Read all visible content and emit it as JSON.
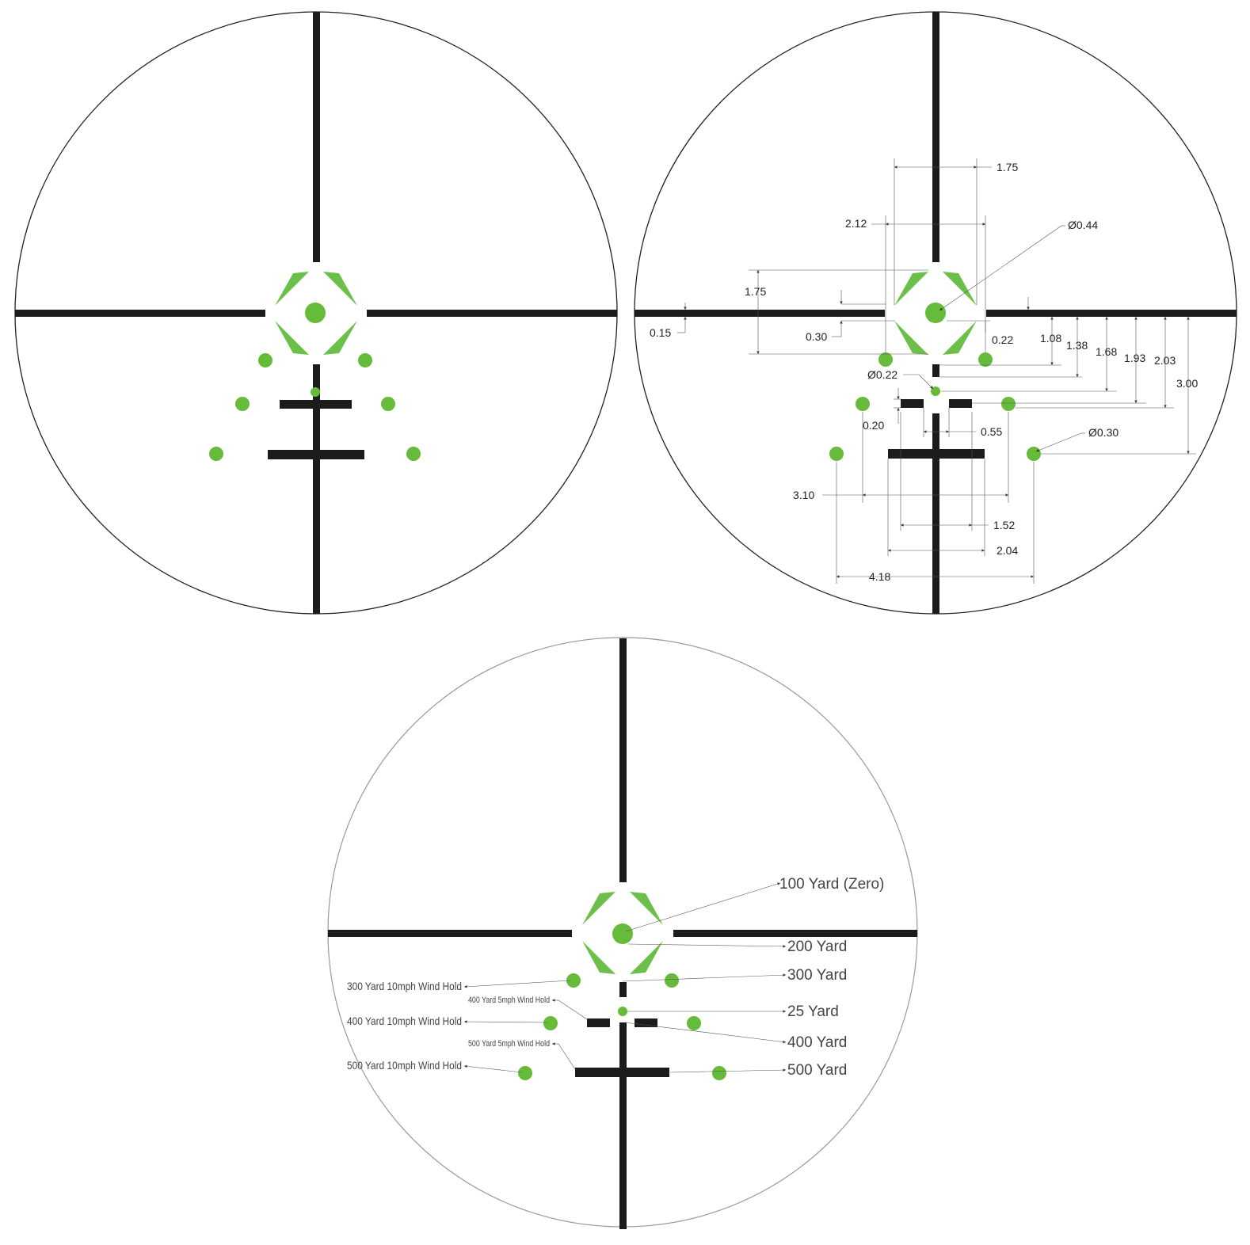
{
  "colors": {
    "reticle": "#1c1c1c",
    "dot_green": "#66bb3a",
    "chevron_green": "#6cc04a",
    "ring": "#222222",
    "ring_light": "#999999"
  },
  "dimensions": {
    "top_width": "1.75",
    "chevron_width": "2.12",
    "center_dot_diameter": "Ø0.44",
    "chevron_height": "1.75",
    "post_thickness": "0.15",
    "gap_left": "0.30",
    "gap_right": "0.22",
    "drop_1": "1.08",
    "drop_2": "1.38",
    "drop_3": "1.68",
    "drop_4": "1.93",
    "drop_5": "2.03",
    "drop_6": "3.00",
    "small_dot_diameter": "Ø0.22",
    "bar_thickness": "0.20",
    "bar_gap": "0.55",
    "outer_dot_diameter": "Ø0.30",
    "dot_spread_mid": "3.10",
    "bar_width_long": "1.52",
    "bar_width_long_total": "2.04",
    "dot_spread_outer": "4.18"
  },
  "labels": {
    "yard_100": "100 Yard (Zero)",
    "yard_200": "200 Yard",
    "yard_300": "300 Yard",
    "yard_25": "25 Yard",
    "yard_400": "400 Yard",
    "yard_500": "500 Yard",
    "wind_300_10": "300 Yard 10mph Wind Hold",
    "wind_400_5": "400 Yard 5mph Wind Hold",
    "wind_400_10": "400 Yard 10mph Wind Hold",
    "wind_500_5": "500 Yard 5mph Wind Hold",
    "wind_500_10": "500 Yard 10mph Wind Hold"
  }
}
